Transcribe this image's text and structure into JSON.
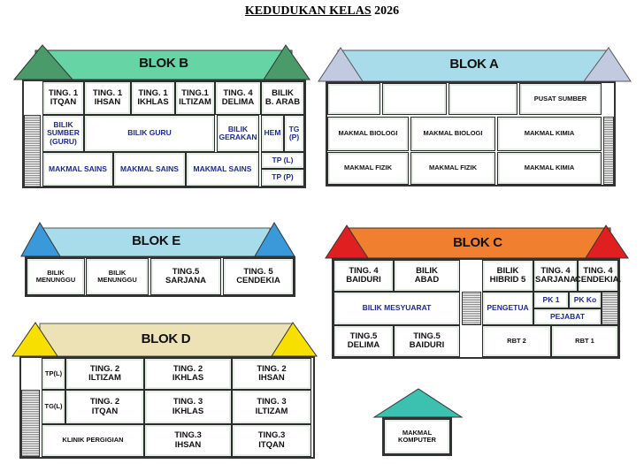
{
  "title": {
    "underlined": "KEDUDUKAN  KELAS",
    "year": "2026"
  },
  "colors": {
    "blok_b_roof": "#66d4a4",
    "blok_b_gable": "#4a9a6a",
    "blok_a_roof": "#a8dcea",
    "blok_a_gable": "#c2cae0",
    "blok_e_roof": "#a8dcea",
    "blok_e_gable": "#3a9ad9",
    "blok_c_roof": "#f08030",
    "blok_c_gable": "#e02020",
    "blok_d_roof": "#ede2b5",
    "blok_d_gable": "#f7e000",
    "komputer_gable": "#3cc0b0",
    "navy_text": "#1c2a8a"
  },
  "blok_b": {
    "label": "BLOK B",
    "rooms": {
      "r1": "TING. 1\nITQAN",
      "r2": "TING. 1\nIHSAN",
      "r3": "TING. 1\nIKHLAS",
      "r4": "TING.1\nILTIZAM",
      "r5": "TING. 4\nDELIMA",
      "r6": "BILIK\nB. ARAB",
      "r7": "BILIK\nSUMBER\n(GURU)",
      "r8": "BILIK GURU",
      "r9": "BILIK\nGERAKAN",
      "r10": "HEM",
      "r11": "TG\n(P)",
      "r12": "MAKMAL SAINS",
      "r13": "MAKMAL SAINS",
      "r14": "MAKMAL SAINS",
      "r15": "TP (L)",
      "r16": "TP (P)"
    }
  },
  "blok_a": {
    "label": "BLOK A",
    "rooms": {
      "r1": "",
      "r2": "",
      "r3": "",
      "r4": "PUSAT SUMBER",
      "r5": "MAKMAL BIOLOGI",
      "r6": "MAKMAL BIOLOGI",
      "r7": "MAKMAL KIMIA",
      "r8": "MAKMAL FIZIK",
      "r9": "MAKMAL FIZIK",
      "r10": "MAKMAL KIMIA"
    }
  },
  "blok_e": {
    "label": "BLOK E",
    "rooms": {
      "r1": "BILIK\nMENUNGGU",
      "r2": "BILIK\nMENUNGGU",
      "r3": "TING.5\nSARJANA",
      "r4": "TING. 5\nCENDEKIA"
    }
  },
  "blok_c": {
    "label": "BLOK C",
    "rooms": {
      "r1": "TING. 4\nBAIDURI",
      "r2": "BILIK\nABAD",
      "r3": "BILIK\nHIBRID 5",
      "r4": "TING. 4\nSARJANA",
      "r5": "TING. 4\nCENDEKIA.",
      "r6": "BILIK MESYUARAT",
      "r7": "PENGETUA",
      "r8": "PK 1",
      "r9": "PK Ko",
      "r10": "PEJABAT",
      "r11": "TING.5\nDELIMA",
      "r12": "TING.5\nBAIDURI",
      "r13": "RBT 2",
      "r14": "RBT 1"
    }
  },
  "blok_d": {
    "label": "BLOK D",
    "rooms": {
      "r1": "TP(L)",
      "r2": "TING. 2\nILTIZAM",
      "r3": "TING. 2\nIKHLAS",
      "r4": "TING. 2\nIHSAN",
      "r5": "TG(L)",
      "r6": "TING. 2\nITQAN",
      "r7": "TING. 3\nIKHLAS",
      "r8": "TING. 3\nILTIZAM",
      "r9": "KLINIK PERGIGIAN",
      "r10": "TING.3\nIHSAN",
      "r11": "TING.3\nITQAN"
    }
  },
  "makmal_komputer": {
    "label": "MAKMAL\nKOMPUTER"
  }
}
